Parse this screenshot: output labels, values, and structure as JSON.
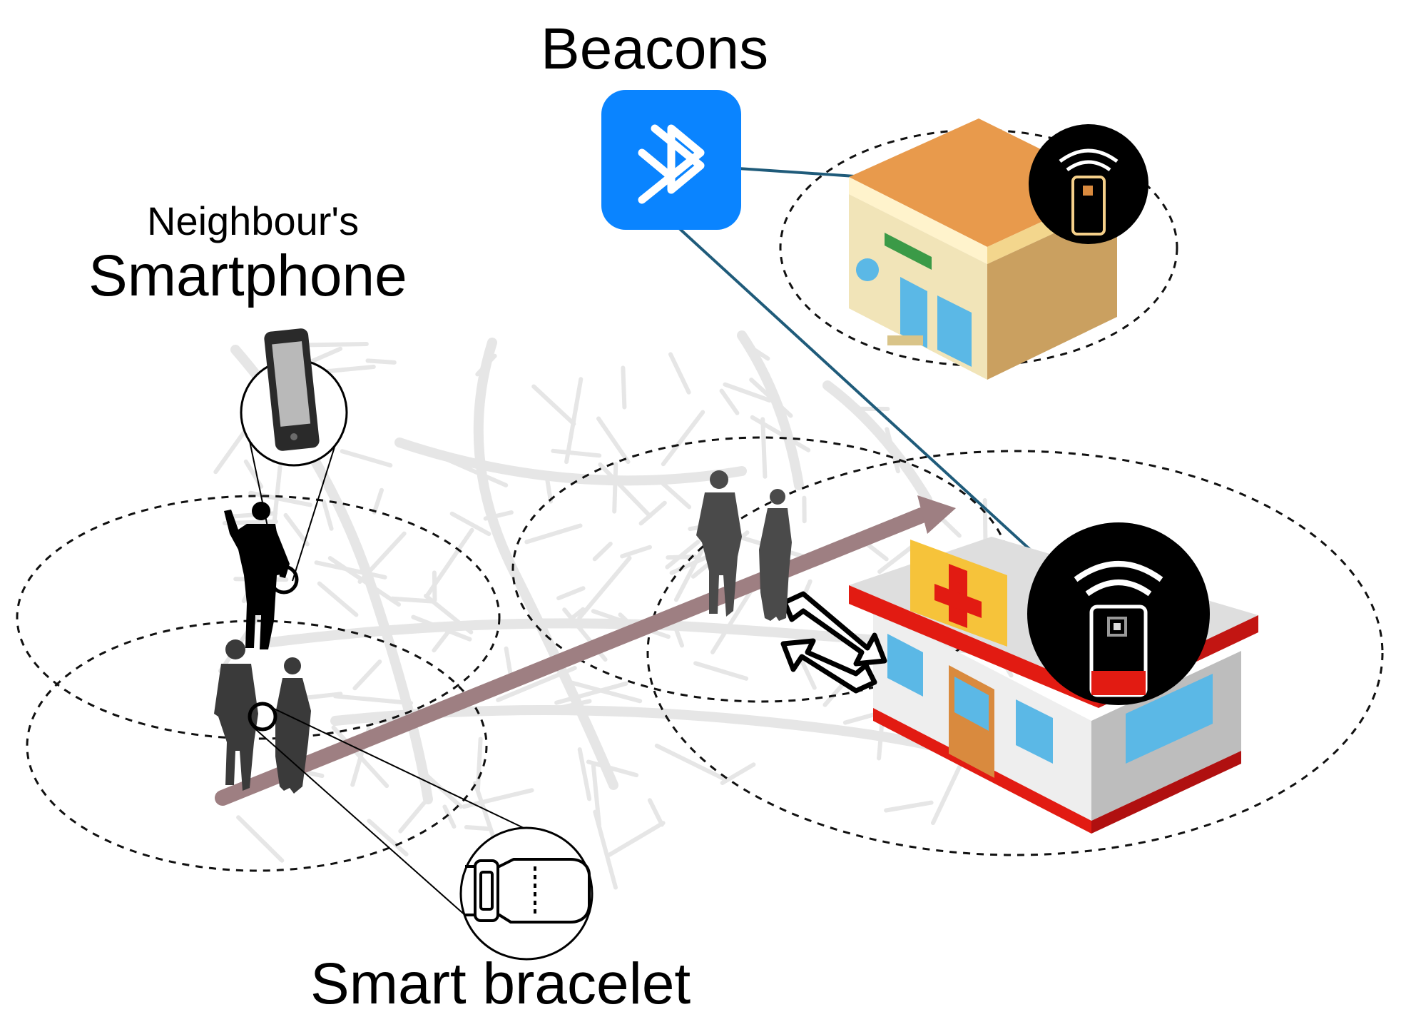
{
  "labels": {
    "beacons": "Beacons",
    "neighbour_line1": "Neighbour's",
    "neighbour_line2": "Smartphone",
    "bracelet": "Smart bracelet"
  },
  "colors": {
    "bluetooth_badge": "#0a84ff",
    "link_line": "#1f5b7a",
    "path_arrow": "#9e7f82",
    "map_roads": "#e6e6e6",
    "shop_roof": "#e89a4c",
    "shop_wall": "#f1e4b8",
    "shop_side": "#caa060",
    "pharmacy_roof": "#e21b12",
    "pharmacy_sign": "#f6c33a",
    "pharmacy_wall": "#eeeeee",
    "window": "#5bb8e6",
    "door": "#d98a3e",
    "silhouette": "#454545"
  },
  "icons": {
    "bluetooth": "bluetooth-icon",
    "beacon": "beacon-icon",
    "smartphone": "smartphone-icon",
    "bracelet": "smart-bracelet-icon",
    "exchange": "exchange-arrows-icon"
  }
}
